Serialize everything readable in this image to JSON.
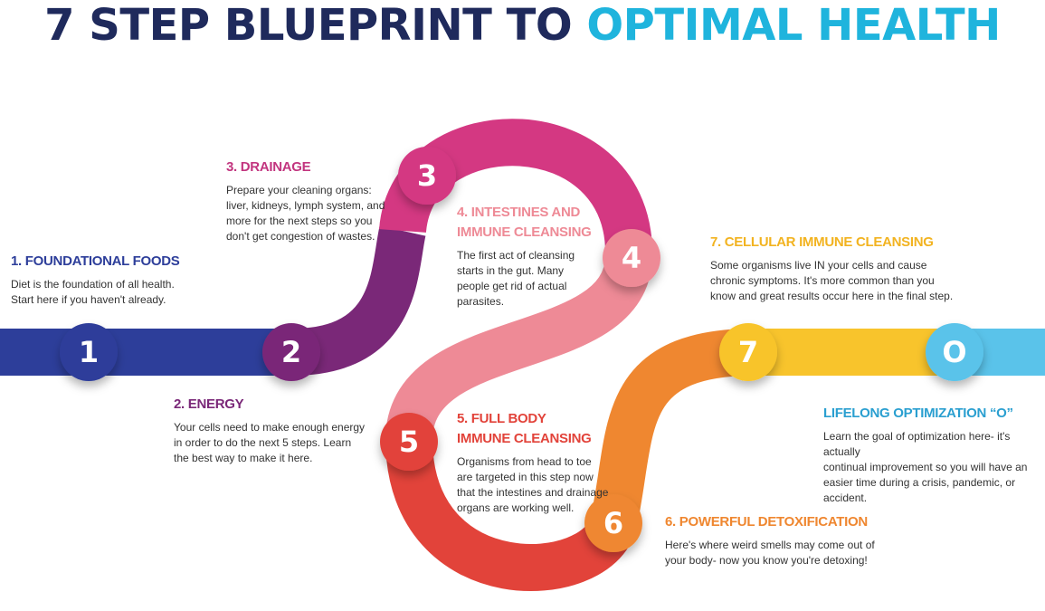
{
  "title": {
    "part1": "7 STEP BLUEPRINT TO ",
    "part2": "OPTIMAL HEALTH"
  },
  "colors": {
    "title_dark": "#1f2a5c",
    "title_light": "#1fb4dd",
    "step1": "#2d3e9a",
    "step2": "#7a2878",
    "step3": "#d43882",
    "step4": "#ee8a96",
    "step5": "#e2433a",
    "step6": "#ef8730",
    "step7": "#f8c42c",
    "step_o": "#5ac3ea"
  },
  "nodes": [
    {
      "label": "1",
      "color": "#2d3e9a"
    },
    {
      "label": "2",
      "color": "#7a2878"
    },
    {
      "label": "3",
      "color": "#d43882"
    },
    {
      "label": "4",
      "color": "#ee8a96"
    },
    {
      "label": "5",
      "color": "#e2433a"
    },
    {
      "label": "6",
      "color": "#ef8730"
    },
    {
      "label": "7",
      "color": "#f8c42c"
    },
    {
      "label": "O",
      "color": "#5ac3ea"
    }
  ],
  "steps": {
    "s1": {
      "heading": "1. FOUNDATIONAL FOODS",
      "body": "Diet is the foundation of all health.\nStart here if you haven't already.",
      "color": "#2d3e9a"
    },
    "s2": {
      "heading": "2. ENERGY",
      "body": "Your cells need to make enough energy\nin order to do the next 5 steps.  Learn\nthe best way to make it here.",
      "color": "#7a2878"
    },
    "s3": {
      "heading": "3. DRAINAGE",
      "body": "Prepare your cleaning organs:\nliver, kidneys, lymph system, and\nmore for the next steps so you\ndon't get congestion of wastes.",
      "color": "#c2357f"
    },
    "s4": {
      "heading": "4. INTESTINES AND\nIMMUNE CLEANSING",
      "body": "The first act of cleansing\nstarts in the gut. Many\npeople get rid of actual\nparasites.",
      "color": "#ee8a96"
    },
    "s5": {
      "heading": "5. FULL BODY\nIMMUNE CLEANSING",
      "body": "Organisms from head to toe\nare targeted in this step now\nthat the intestines and drainage\norgans are working well.",
      "color": "#e2433a"
    },
    "s6": {
      "heading": "6. POWERFUL DETOXIFICATION",
      "body": "Here's where weird smells may come out of\nyour body- now you know you're detoxing!",
      "color": "#ef8730"
    },
    "s7": {
      "heading": "7. CELLULAR IMMUNE CLEANSING",
      "body": "Some organisms live IN your cells and cause\nchronic symptoms. It's more common than you\nknow and great results occur here in the final step.",
      "color": "#f2b320"
    },
    "so": {
      "heading": "LIFELONG OPTIMIZATION “O”",
      "body": "Learn the goal of optimization here- it's actually\ncontinual improvement so you will have an\neasier time during a crisis, pandemic, or accident.",
      "color": "#2a9fd0"
    }
  }
}
